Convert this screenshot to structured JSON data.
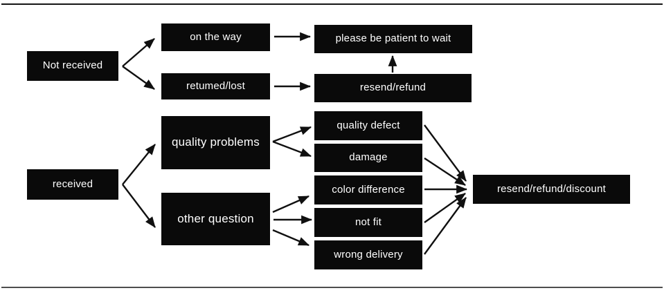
{
  "diagram": {
    "title": "customer service flowchart",
    "colors": {
      "background": "#ffffff",
      "node_background": "#0a0a0a",
      "node_text": "#ffffff",
      "arrow": "#101010",
      "top_rule": "#141414",
      "bottom_rule": "#4d4d4d"
    },
    "nodes": {
      "not_received": {
        "label": "Not received"
      },
      "on_the_way": {
        "label": "on the way"
      },
      "returned_lost": {
        "label": "retumed/lost"
      },
      "please_wait": {
        "label": "please be patient to wait"
      },
      "resend_refund": {
        "label": "resend/refund"
      },
      "received": {
        "label": "received"
      },
      "quality_problems": {
        "label": "quality problems"
      },
      "other_question": {
        "label": "other question"
      },
      "quality_defect": {
        "label": "quality defect"
      },
      "damage": {
        "label": "damage"
      },
      "color_difference": {
        "label": "color difference"
      },
      "not_fit": {
        "label": "not fit"
      },
      "wrong_delivery": {
        "label": "wrong delivery"
      },
      "resend_refund_discount": {
        "label": "resend/refund/discount"
      }
    },
    "edges": [
      {
        "from": "Not received",
        "to": "on the way"
      },
      {
        "from": "Not received",
        "to": "retumed/lost"
      },
      {
        "from": "on the way",
        "to": "please be patient to wait"
      },
      {
        "from": "retumed/lost",
        "to": "resend/refund"
      },
      {
        "from": "resend/refund",
        "to": "please be patient to wait"
      },
      {
        "from": "received",
        "to": "quality problems"
      },
      {
        "from": "received",
        "to": "other question"
      },
      {
        "from": "quality problems",
        "to": "quality defect"
      },
      {
        "from": "quality problems",
        "to": "damage"
      },
      {
        "from": "other question",
        "to": "color difference"
      },
      {
        "from": "other question",
        "to": "not fit"
      },
      {
        "from": "other question",
        "to": "wrong delivery"
      },
      {
        "from": "quality defect",
        "to": "resend/refund/discount"
      },
      {
        "from": "damage",
        "to": "resend/refund/discount"
      },
      {
        "from": "color difference",
        "to": "resend/refund/discount"
      },
      {
        "from": "not fit",
        "to": "resend/refund/discount"
      },
      {
        "from": "wrong delivery",
        "to": "resend/refund/discount"
      }
    ]
  }
}
